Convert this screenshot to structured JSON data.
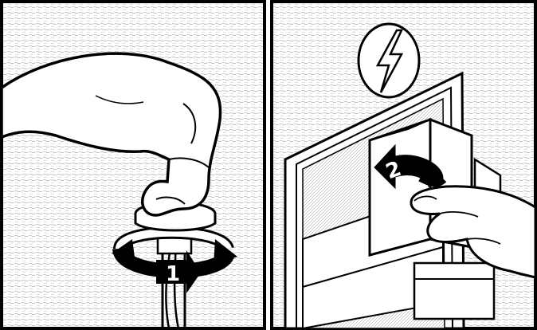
{
  "panels": [
    {
      "id": "left",
      "step_label": "1"
    },
    {
      "id": "right",
      "step_label": "2",
      "warning_icon": "lightning-bolt-icon"
    }
  ],
  "colors": {
    "ink": "#000000",
    "paper": "#ffffff",
    "stipple": "#9a9a9a"
  }
}
